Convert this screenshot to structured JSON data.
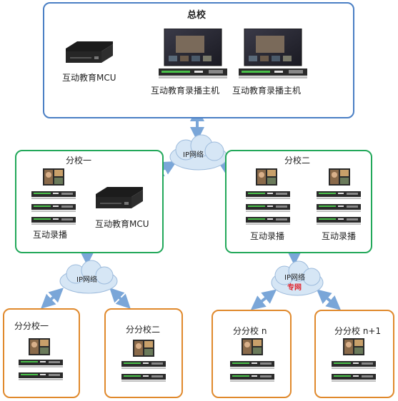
{
  "hq": {
    "title": "总校",
    "mcu_label": "互动教育MCU",
    "host1_label": "互动教育录播主机",
    "host2_label": "互动教育录播主机"
  },
  "branch1": {
    "title": "分校一",
    "rec_label": "互动录播",
    "mcu_label": "互动教育MCU"
  },
  "branch2": {
    "title": "分校二",
    "rec1_label": "互动录播",
    "rec2_label": "互动录播"
  },
  "clouds": {
    "top": "IP网络",
    "left": "IP网络",
    "right_line1": "IP网络",
    "right_line2": "专网"
  },
  "sub_branches": [
    {
      "title": "分分校一"
    },
    {
      "title": "分分校二"
    },
    {
      "title": "分分校 n"
    },
    {
      "title": "分分校 n+1"
    }
  ],
  "colors": {
    "hq_border": "#4a7fc4",
    "branch_border": "#22a85a",
    "sub_border": "#e0892c",
    "arrow": "#7aa6d8",
    "cloud": "#d6e6f5",
    "private_net_text": "#e0202a"
  }
}
